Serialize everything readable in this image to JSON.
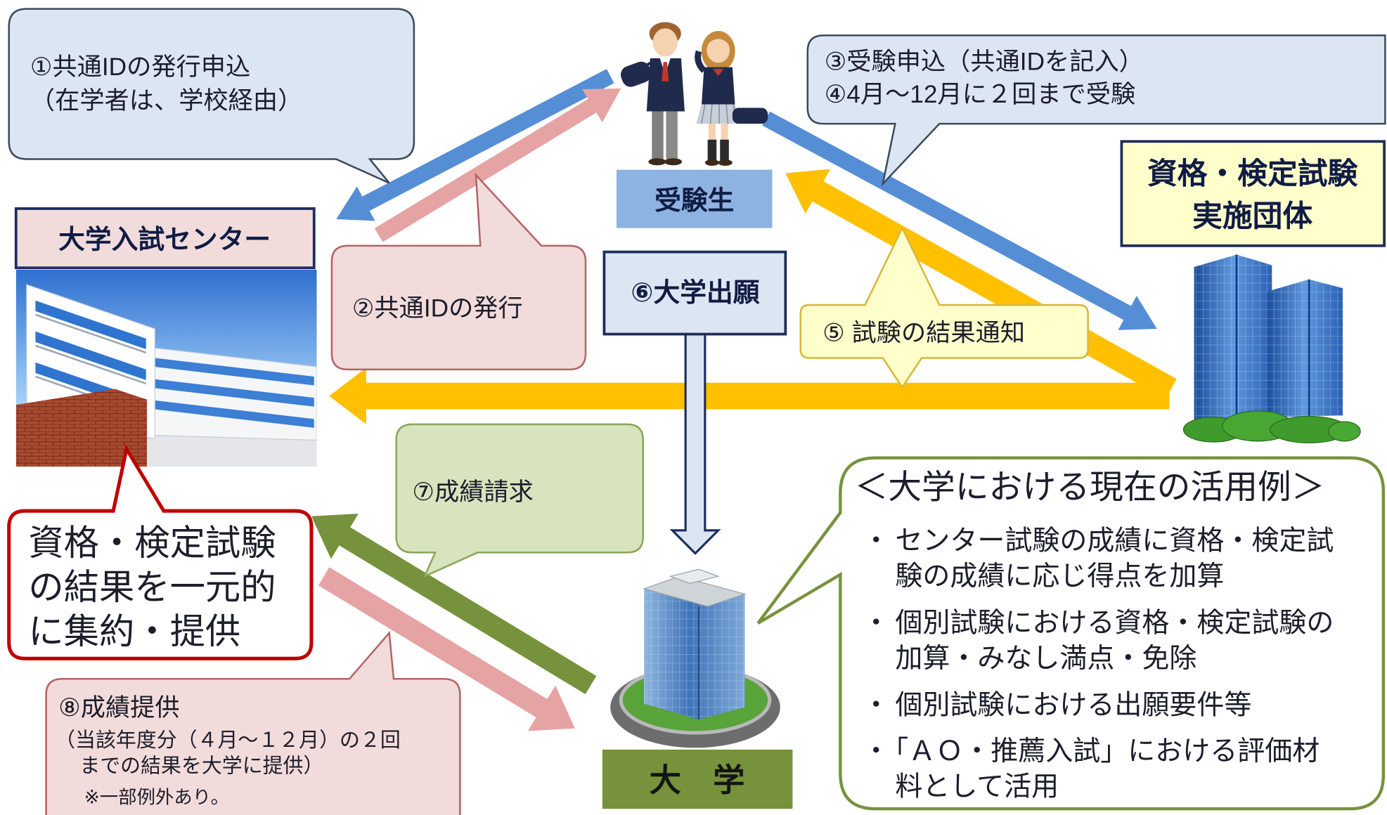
{
  "diagram": {
    "nodes": {
      "center": {
        "label": "大学入試センター"
      },
      "student": {
        "label": "受験生"
      },
      "exam_org": {
        "label_lines": [
          "資格・検定試験",
          "実施団体"
        ]
      },
      "university": {
        "label": "大　学"
      }
    },
    "steps": {
      "step1": {
        "lines": [
          "①共通IDの発行申込",
          "（在学者は、学校経由）"
        ]
      },
      "step2": {
        "label": "②共通IDの発行"
      },
      "step3_4": {
        "lines": [
          "③受験申込（共通IDを記入）",
          "④4月～12月に２回まで受験"
        ]
      },
      "step5": {
        "label": "⑤ 試験の結果通知"
      },
      "step6": {
        "label": "⑥大学出願"
      },
      "step7": {
        "label": "⑦成績請求"
      },
      "step8": {
        "title": "⑧成績提供",
        "note_lines": [
          "（当該年度分（４月～１２月）の２回",
          "までの結果を大学に提供）"
        ],
        "exception": "※一部例外あり。"
      }
    },
    "center_role": {
      "lines": [
        "資格・検定試験",
        "の結果を一元的",
        "に集約・提供"
      ]
    },
    "usage_examples": {
      "title": "＜大学における現在の活用例＞",
      "bullet": "・",
      "items": [
        {
          "lines": [
            "センター試験の成績に資格・検定試",
            "験の成績に応じ得点を加算"
          ]
        },
        {
          "lines": [
            "個別試験における資格・検定試験の",
            "加算・みなし満点・免除"
          ]
        },
        {
          "lines": [
            "個別試験における出願要件等"
          ]
        },
        {
          "lines": [
            "「ＡＯ・推薦入試」における評価材",
            "料として活用"
          ]
        }
      ]
    }
  },
  "colors": {
    "arrow_blue": "#558ed5",
    "arrow_pink": "#e6a3a3",
    "arrow_yellow": "#ffc000",
    "arrow_green": "#76923c",
    "callout_blue_fill": "#dce6f2",
    "callout_pink_fill": "#f2dcdb",
    "callout_yellow_fill": "#ffffcc",
    "callout_green_fill": "#d7e4bd",
    "student_box_fill": "#8db3e2",
    "university_box_fill": "#76923c",
    "emphasis_red": "#c00000"
  }
}
